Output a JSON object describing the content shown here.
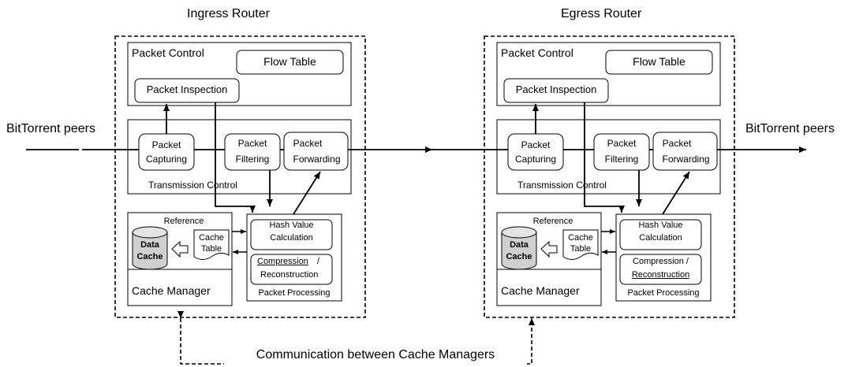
{
  "titles": {
    "ingress": "Ingress Router",
    "egress": "Egress Router"
  },
  "external": {
    "left_peers": "BitTorrent peers",
    "right_peers": "BitTorrent peers"
  },
  "routers": [
    {
      "packet_control": "Packet Control",
      "flow_table": "Flow Table",
      "packet_inspection": "Packet Inspection",
      "packet_capturing": [
        "Packet",
        "Capturing"
      ],
      "packet_filtering": [
        "Packet",
        "Filtering"
      ],
      "packet_forwarding": [
        "Packet",
        "Forwarding"
      ],
      "transmission_control": "Transmission Control",
      "reference": "Reference",
      "data_cache": [
        "Data",
        "Cache"
      ],
      "cache_table": [
        "Cache",
        "Table"
      ],
      "cache_manager": "Cache Manager",
      "hash_value": [
        "Hash Value",
        "Calculation"
      ],
      "compression": "Compression",
      "slash": "/",
      "reconstruction": "Reconstruction",
      "packet_processing": "Packet Processing"
    },
    {
      "packet_control": "Packet Control",
      "flow_table": "Flow Table",
      "packet_inspection": "Packet Inspection",
      "packet_capturing": [
        "Packet",
        "Capturing"
      ],
      "packet_filtering": [
        "Packet",
        "Filtering"
      ],
      "packet_forwarding": [
        "Packet",
        "Forwarding"
      ],
      "transmission_control": "Transmission Control",
      "reference": "Reference",
      "data_cache": [
        "Data",
        "Cache"
      ],
      "cache_table": [
        "Cache",
        "Table"
      ],
      "cache_manager": "Cache Manager",
      "hash_value": [
        "Hash Value",
        "Calculation"
      ],
      "compression": "Compression /",
      "reconstruction": "Reconstruction",
      "packet_processing": "Packet Processing"
    }
  ],
  "communication": "Communication between Cache Managers"
}
